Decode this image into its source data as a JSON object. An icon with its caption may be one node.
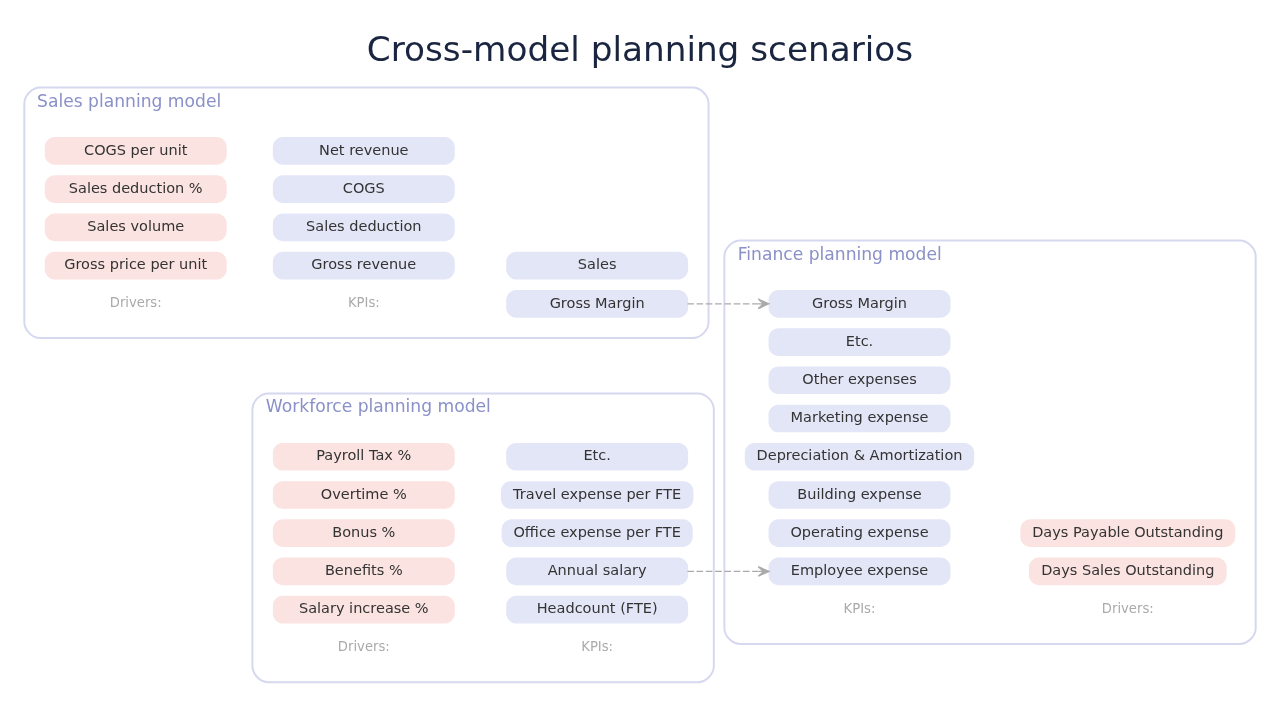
{
  "diagram": {
    "title": "Cross-model planning scenarios",
    "nodes": [
      {
        "text": [
          "Sales planning model"
        ]
      },
      {
        "text": [
          "Gross price per unit"
        ],
        "in": 0
      },
      {
        "text": [
          "Sales volume"
        ],
        "in": 0
      },
      {
        "text": [
          "Sales deduction %"
        ],
        "in": 0
      },
      {
        "text": [
          "COGS per unit"
        ],
        "in": 0
      },
      {
        "text": [
          "Gross revenue"
        ],
        "in": 0
      },
      {
        "text": [
          "Sales deduction"
        ],
        "in": 0
      },
      {
        "text": [
          "COGS"
        ],
        "in": 0
      },
      {
        "text": [
          "Net revenue"
        ],
        "in": 0
      },
      {
        "text": [
          "Gross Margin"
        ],
        "in": 0
      },
      {
        "text": [
          "Sales"
        ],
        "in": 0
      },
      {
        "text": [
          "Workforce planning model"
        ]
      },
      {
        "text": [
          "Salary increase %"
        ],
        "in": 11
      },
      {
        "text": [
          "Benefits %"
        ],
        "in": 11
      },
      {
        "text": [
          "Bonus %"
        ],
        "in": 11
      },
      {
        "text": [
          "Overtime %"
        ],
        "in": 11
      },
      {
        "text": [
          "Payroll Tax %"
        ],
        "in": 11
      },
      {
        "text": [
          "Headcount (FTE)"
        ],
        "in": 11
      },
      {
        "text": [
          "Annual salary"
        ],
        "in": 11
      },
      {
        "text": [
          "Office expense per FTE"
        ],
        "in": 11
      },
      {
        "text": [
          "Travel expense per FTE"
        ],
        "in": 11
      },
      {
        "text": [
          "Etc."
        ],
        "in": 11
      },
      {
        "text": [
          "Finance planning model"
        ]
      },
      {
        "text": [
          "Gross Margin"
        ],
        "in": 22
      },
      {
        "text": [
          "Employee expense"
        ],
        "in": 22
      },
      {
        "text": [
          "Operating expense"
        ],
        "in": 22
      },
      {
        "text": [
          "Building expense"
        ],
        "in": 22
      },
      {
        "text": [
          "Depreciation & Amortization"
        ],
        "in": 22
      },
      {
        "text": [
          "Marketing expense"
        ],
        "in": 22
      },
      {
        "text": [
          "Other expenses"
        ],
        "in": 22
      },
      {
        "text": [
          "Etc."
        ],
        "in": 22
      },
      {
        "text": [
          "Days Sales Outstanding"
        ],
        "in": 22
      },
      {
        "text": [
          "Days Payable Outstanding"
        ],
        "in": 22
      }
    ],
    "edges": [
      {
        "from": 9,
        "to": 23,
        "arrow": "to",
        "style": "dashed"
      },
      {
        "from": 18,
        "to": 24,
        "arrow": "to",
        "style": "dashed"
      }
    ],
    "labels": [
      "Drivers:",
      "KPIs:",
      "Drivers:",
      "KPIs:",
      "KPIs:",
      "Drivers:"
    ]
  }
}
